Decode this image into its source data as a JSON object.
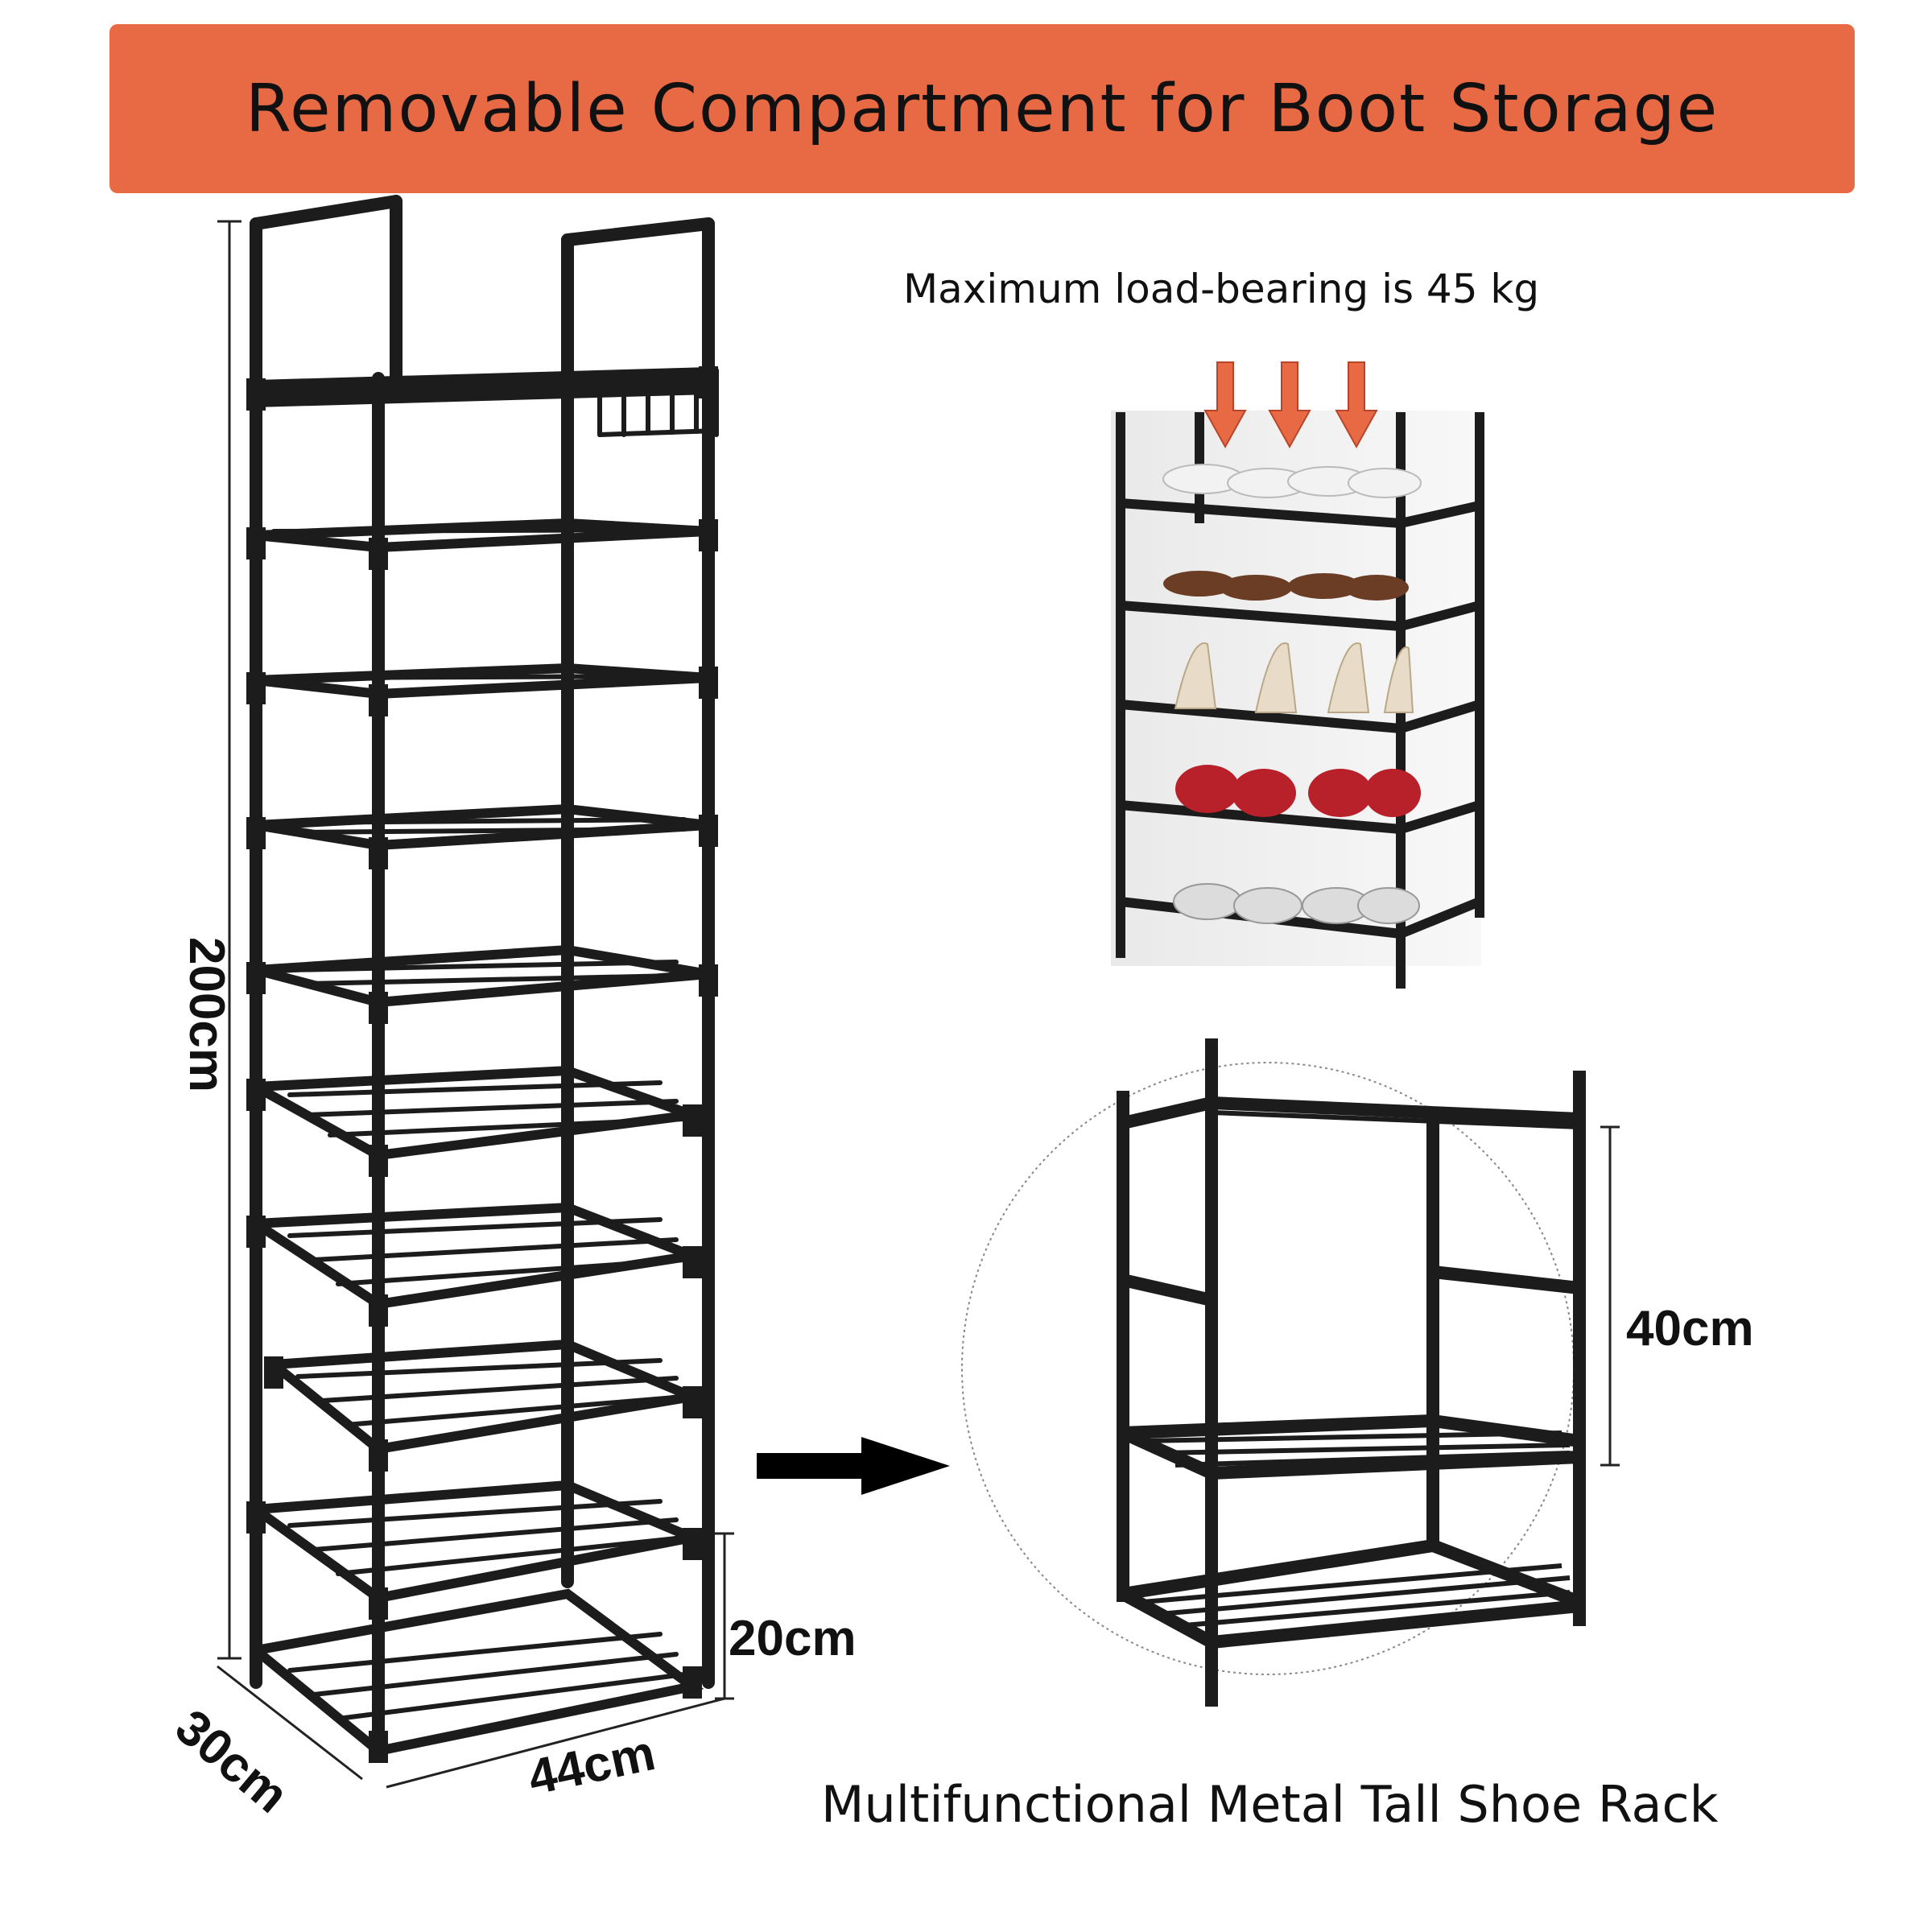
{
  "banner": {
    "title": "Removable Compartment for Boot Storage",
    "color": "#e86a45"
  },
  "load": {
    "caption": "Maximum load-bearing is 45 kg",
    "arrow_color": "#e86a45"
  },
  "dimensions": {
    "height": "200cm",
    "depth": "30cm",
    "width": "44cm",
    "tier_gap": "20cm",
    "module_height": "40cm"
  },
  "footer": {
    "caption": "Multifunctional Metal Tall Shoe Rack"
  },
  "frame_color": "#1c1c1c"
}
